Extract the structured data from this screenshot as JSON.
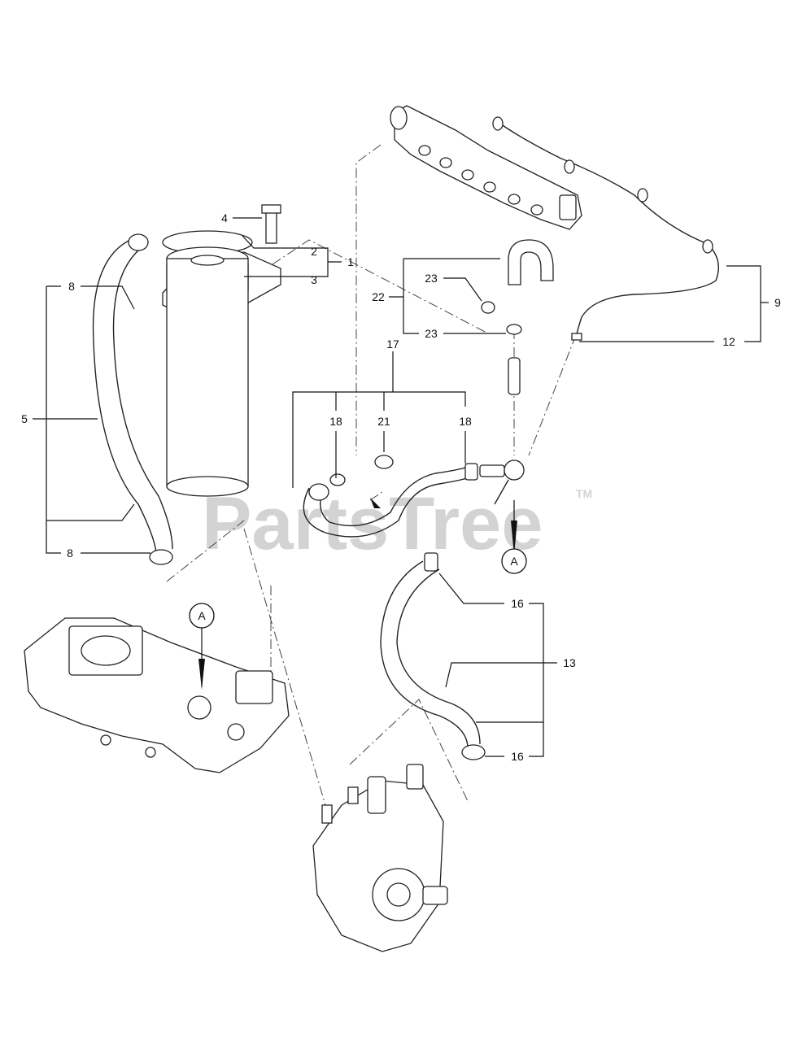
{
  "watermark": {
    "text": "PartsTree",
    "tm": "TM"
  },
  "callouts": {
    "c1": "1",
    "c2": "2",
    "c3": "3",
    "c4": "4",
    "c5": "5",
    "c8a": "8",
    "c8b": "8",
    "c9": "9",
    "c12": "12",
    "c13": "13",
    "c16a": "16",
    "c16b": "16",
    "c17": "17",
    "c18a": "18",
    "c18b": "18",
    "c21": "21",
    "c22": "22",
    "c23a": "23",
    "c23b": "23"
  },
  "refs": {
    "refA1": "A",
    "refA2": "A"
  }
}
